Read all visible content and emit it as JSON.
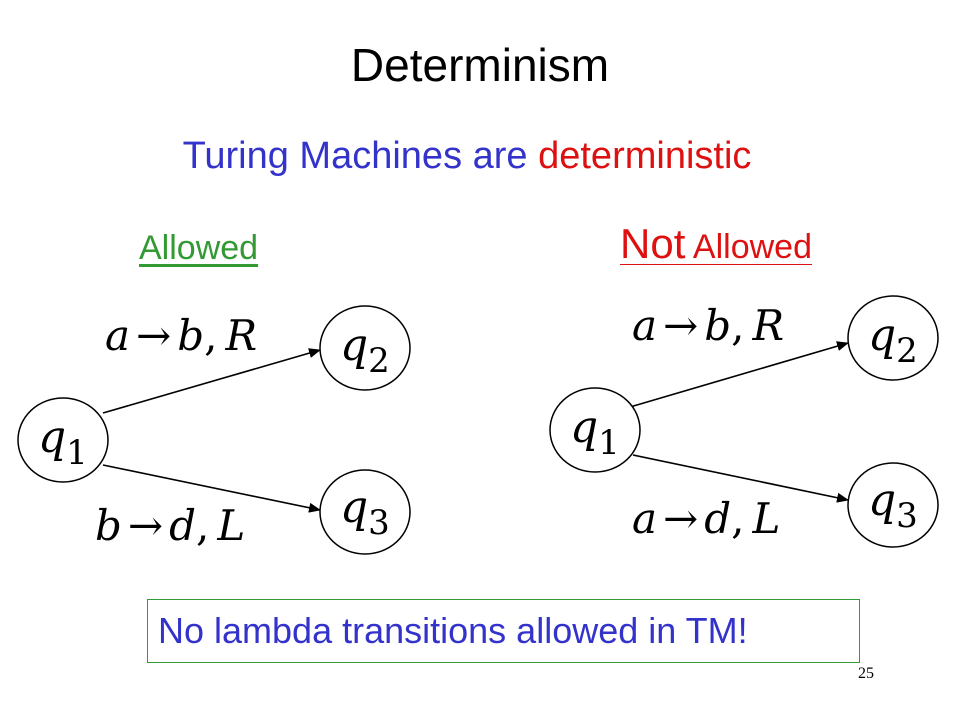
{
  "slide": {
    "title": "Determinism",
    "subtitle_prefix": "Turing Machines are ",
    "subtitle_highlight": "deterministic",
    "page_number": "25"
  },
  "allowed": {
    "heading": "Allowed",
    "states": {
      "start": "q",
      "start_sub": "1",
      "upper": "q",
      "upper_sub": "2",
      "lower": "q",
      "lower_sub": "3"
    },
    "transitions": {
      "upper": {
        "read": "a",
        "arrow": "→",
        "write": "b",
        "sep": ",",
        "move": "R"
      },
      "lower": {
        "read": "b",
        "arrow": "→",
        "write": "d",
        "sep": ",",
        "move": "L"
      }
    }
  },
  "not_allowed": {
    "heading_big": "Not",
    "heading_small": " Allowed",
    "states": {
      "start": "q",
      "start_sub": "1",
      "upper": "q",
      "upper_sub": "2",
      "lower": "q",
      "lower_sub": "3"
    },
    "transitions": {
      "upper": {
        "read": "a",
        "arrow": "→",
        "write": "b",
        "sep": ",",
        "move": "R"
      },
      "lower": {
        "read": "a",
        "arrow": "→",
        "write": "d",
        "sep": ",",
        "move": "L"
      }
    }
  },
  "note": "No lambda transitions allowed in TM!",
  "colors": {
    "blue": "#3333cc",
    "red": "#dd1111",
    "green": "#339933"
  }
}
